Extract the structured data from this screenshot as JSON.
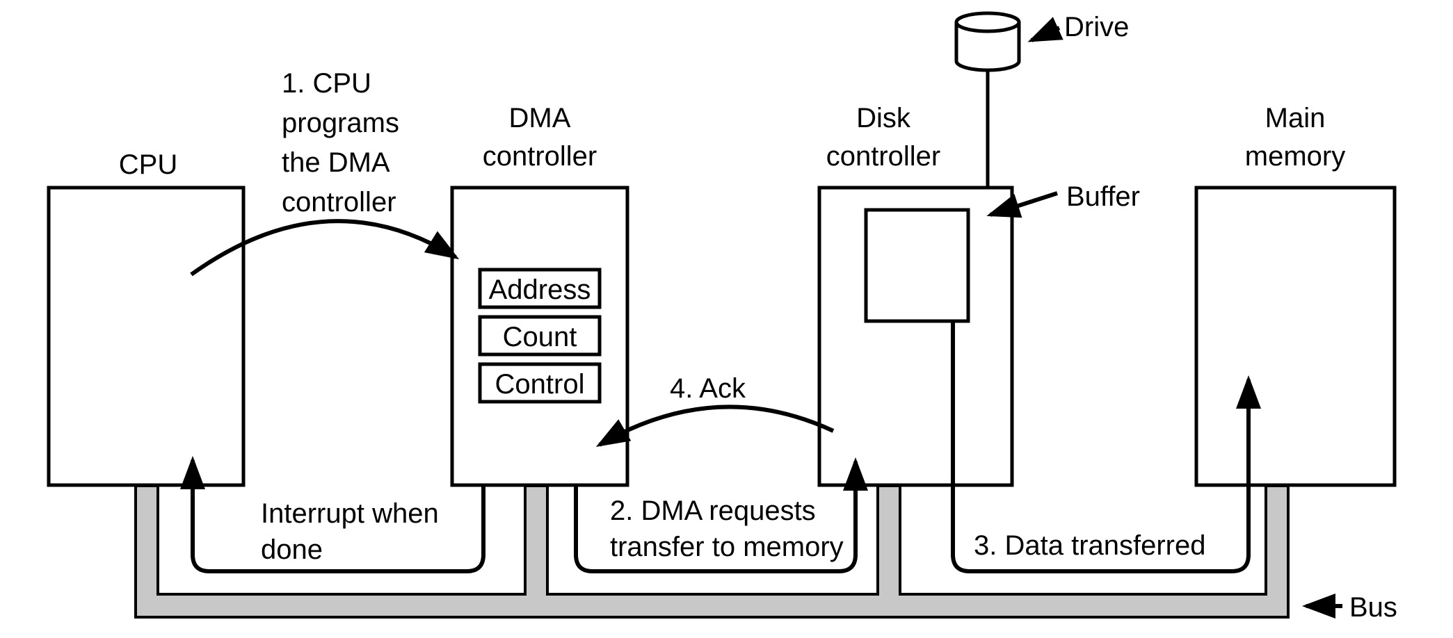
{
  "figure": {
    "title": "DMA transfer diagram",
    "colors": {
      "background": "#ffffff",
      "stroke": "#000000",
      "bus_fill": "#c8c8c8"
    },
    "boxes": {
      "cpu": {
        "label": "CPU"
      },
      "dma_controller": {
        "label_line1": "DMA",
        "label_line2": "controller",
        "registers": [
          "Address",
          "Count",
          "Control"
        ]
      },
      "disk_controller": {
        "label_line1": "Disk",
        "label_line2": "controller"
      },
      "main_memory": {
        "label_line1": "Main",
        "label_line2": "memory"
      }
    },
    "callouts": {
      "drive": "Drive",
      "buffer": "Buffer",
      "bus": "Bus"
    },
    "steps": {
      "step1": [
        "1. CPU",
        "programs",
        "the DMA",
        "controller"
      ],
      "interrupt": [
        "Interrupt when",
        "done"
      ],
      "step2": [
        "2. DMA requests",
        "transfer to memory"
      ],
      "step3": "3. Data transferred",
      "step4": "4. Ack"
    }
  }
}
